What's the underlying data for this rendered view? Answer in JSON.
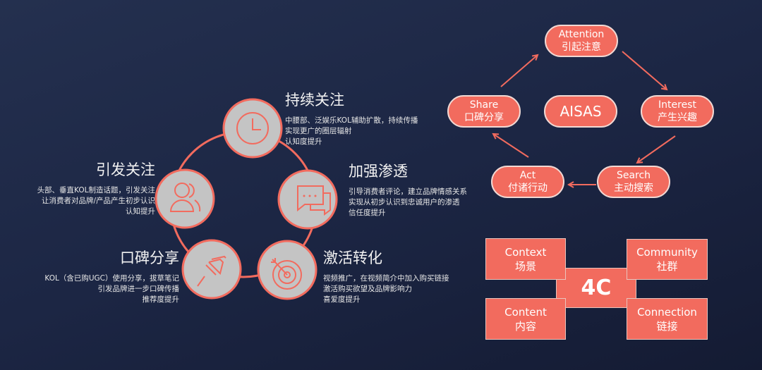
{
  "colors": {
    "accent": "#f26b5e",
    "circle_fill": "#c4c4c4",
    "background": "#1c2644"
  },
  "stages": [
    {
      "title": "持续关注",
      "icon": "clock-icon",
      "lines": [
        "中腰部、泛娱乐KOL辅助扩散，持续传播",
        "实现更广的圈层辐射",
        "认知度提升"
      ]
    },
    {
      "title": "引发关注",
      "icon": "people-icon",
      "lines": [
        "头部、垂直KOL制造话题，引发关注",
        "让消费者对品牌/产品产生初步认识",
        "认知提升"
      ]
    },
    {
      "title": "加强渗透",
      "icon": "chat-icon",
      "lines": [
        "引导消费者评论，建立品牌情感关系",
        "实现从初步认识到忠诚用户的渗透",
        "信任度提升"
      ]
    },
    {
      "title": "口碑分享",
      "icon": "pushpin-icon",
      "lines": [
        "KOL（含已购UGC）使用分享，拔草笔记",
        "引发品牌进一步口碑传播",
        "推荐度提升"
      ]
    },
    {
      "title": "激活转化",
      "icon": "target-icon",
      "lines": [
        "视频推广，在视频简介中加入购买链接",
        "激活购买欲望及品牌影响力",
        "喜爱度提升"
      ]
    }
  ],
  "aisas": {
    "center": "AISAS",
    "steps": [
      {
        "en": "Attention",
        "zh": "引起注意"
      },
      {
        "en": "Interest",
        "zh": "产生兴趣"
      },
      {
        "en": "Search",
        "zh": "主动搜索"
      },
      {
        "en": "Act",
        "zh": "付诸行动"
      },
      {
        "en": "Share",
        "zh": "口碑分享"
      }
    ]
  },
  "fourc": {
    "center": "4C",
    "items": [
      {
        "en": "Context",
        "zh": "场景"
      },
      {
        "en": "Community",
        "zh": "社群"
      },
      {
        "en": "Content",
        "zh": "内容"
      },
      {
        "en": "Connection",
        "zh": "链接"
      }
    ]
  }
}
